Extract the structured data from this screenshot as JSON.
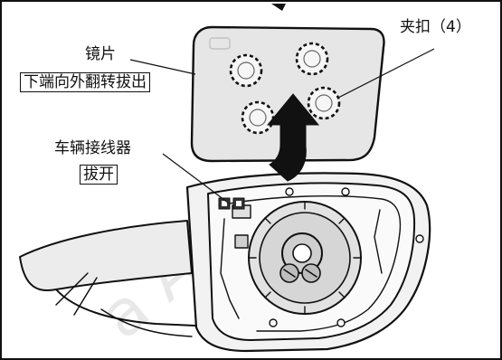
{
  "labels": {
    "mirror_glass": "镜片",
    "mirror_glass_step": "下端向外翻转拔出",
    "clips": "夹扣（4）",
    "connector": "车辆接线器",
    "connector_step": "拔开"
  },
  "watermark": "a Acc"
}
